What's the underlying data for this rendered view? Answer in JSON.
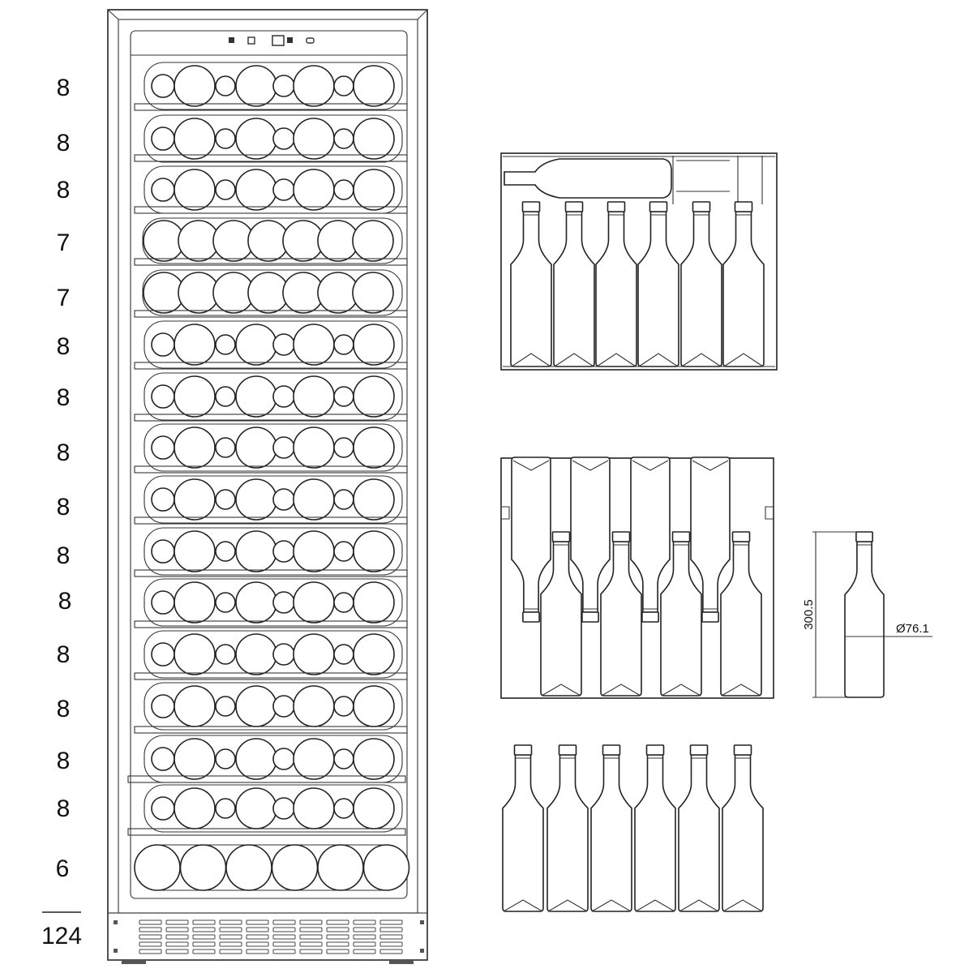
{
  "shelf_counts": [
    "8",
    "8",
    "8",
    "7",
    "7",
    "8",
    "8",
    "8",
    "8",
    "8",
    "8",
    "8",
    "8",
    "8",
    "8",
    "6"
  ],
  "total": "124",
  "bottle_dims": {
    "height": "300.5",
    "diameter": "Ø76.1"
  }
}
